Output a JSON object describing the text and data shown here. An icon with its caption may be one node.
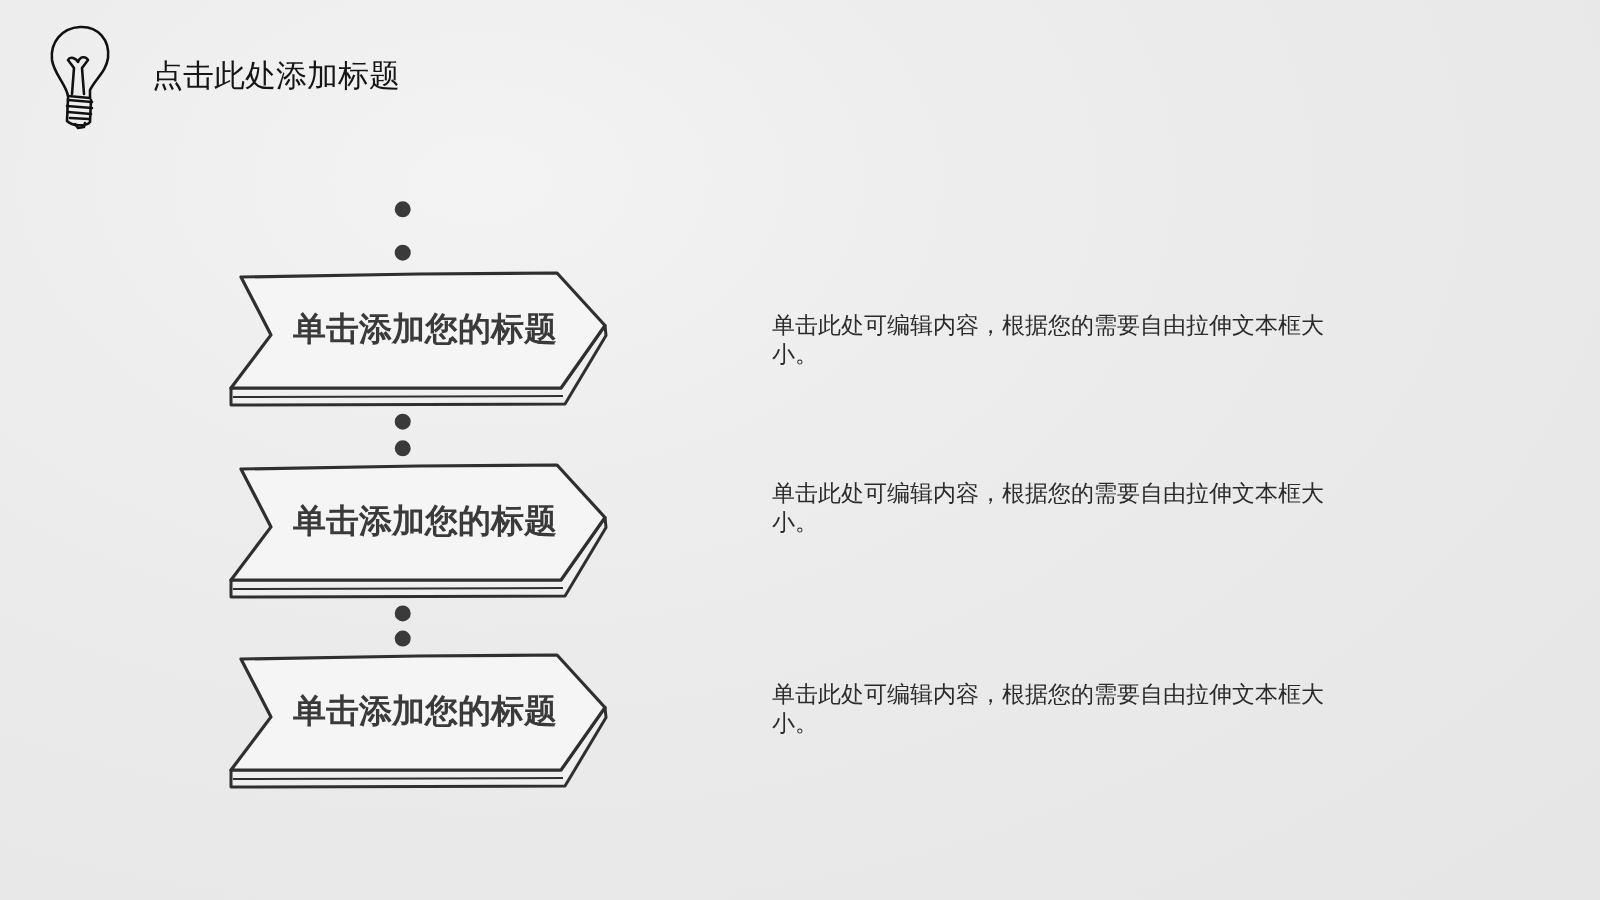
{
  "diagram": {
    "title": "点击此处添加标题",
    "nodes": [
      {
        "text": [
          "单击添加您的标题"
        ]
      },
      {
        "text": [
          "单击添加您的标题"
        ]
      },
      {
        "text": [
          "单击添加您的标题"
        ]
      }
    ],
    "edges": [
      {
        "from": null,
        "to": 0,
        "arrow": "none",
        "style": "dashed"
      },
      {
        "from": 0,
        "to": 1,
        "arrow": "none",
        "style": "dashed"
      },
      {
        "from": 1,
        "to": 2,
        "arrow": "none",
        "style": "dashed"
      }
    ],
    "labels": [
      "单击此处可编辑内容，根据您的需要自由拉伸文本框大小。",
      "单击此处可编辑内容，根据您的需要自由拉伸文本框大小。",
      "单击此处可编辑内容，根据您的需要自由拉伸文本框大小。"
    ]
  }
}
